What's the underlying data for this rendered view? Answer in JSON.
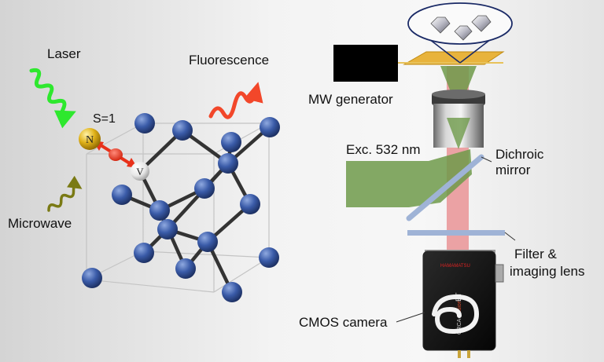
{
  "labels": {
    "laser": "Laser",
    "spin": "S=1",
    "fluorescence": "Fluorescence",
    "microwave": "Microwave",
    "nitrogen": "N",
    "vacancy": "V",
    "mw_generator": "MW generator",
    "excitation": "Exc. 532 nm",
    "dichroic_1": "Dichroic",
    "dichroic_2": "mirror",
    "filter_1": "Filter &",
    "filter_2": "imaging lens",
    "cmos": "CMOS camera"
  },
  "camera": {
    "brand": "HAMAMATSU",
    "model_prefix": "ORCA-",
    "model_name": "Fusion",
    "model_suffix": "BT"
  },
  "colors": {
    "laser": "#2ee82e",
    "fluorescence": "#f2472a",
    "microwave": "#7a7a14",
    "carbon": "#2c4a8f",
    "nitrogen": "#e0b21a",
    "excitation_beam": "#6e9a4a",
    "red_beam": "#e8878a",
    "sample_plate": "#e8b33c",
    "optic": "#9fb3d6"
  }
}
